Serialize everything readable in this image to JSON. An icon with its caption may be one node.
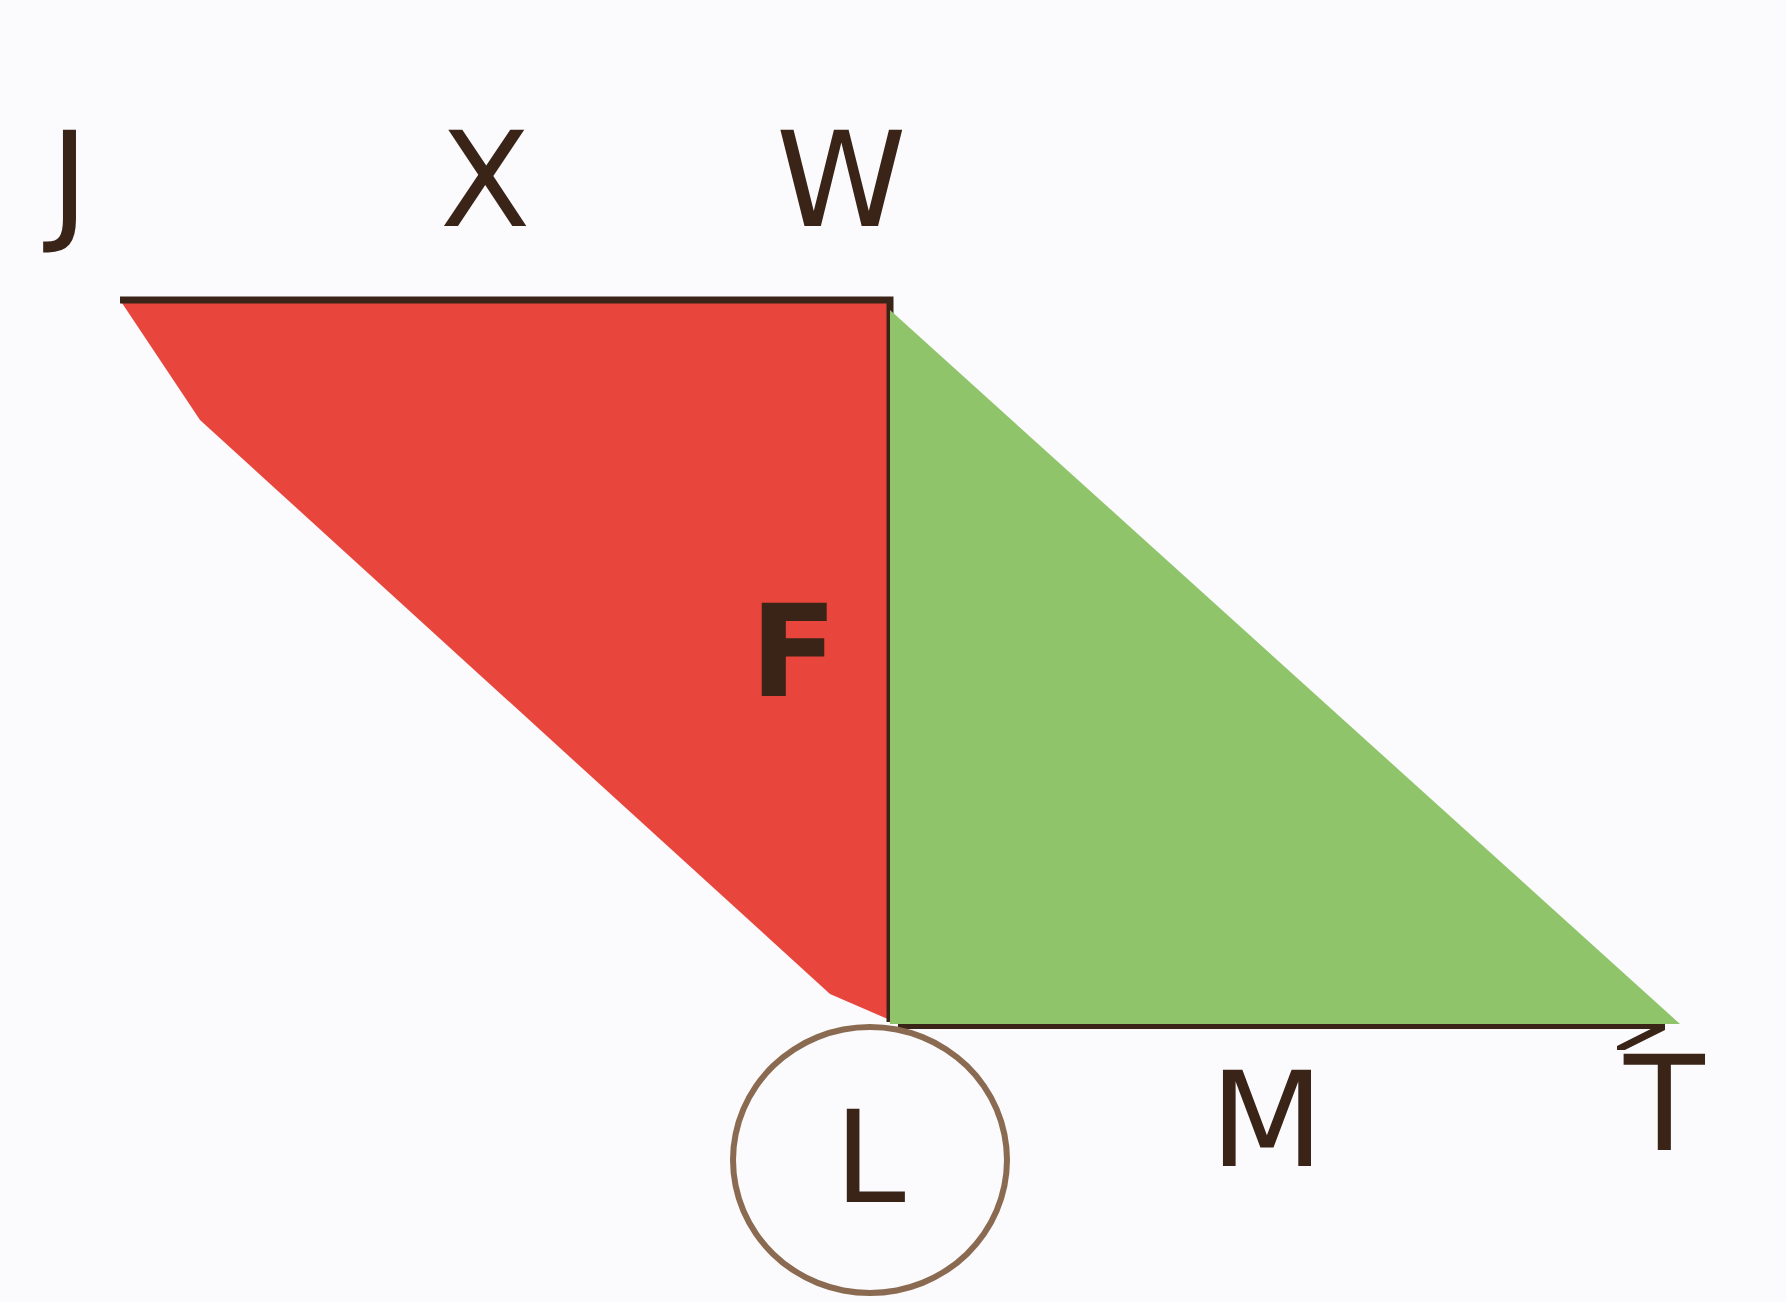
{
  "diagram": {
    "nodes": [
      {
        "text": [
          "F"
        ]
      },
      {
        "text": [],
        "shape": "triangle"
      },
      {
        "text": [
          "L"
        ]
      }
    ],
    "labels": [
      "J",
      "X",
      "W",
      "M",
      "T"
    ]
  }
}
